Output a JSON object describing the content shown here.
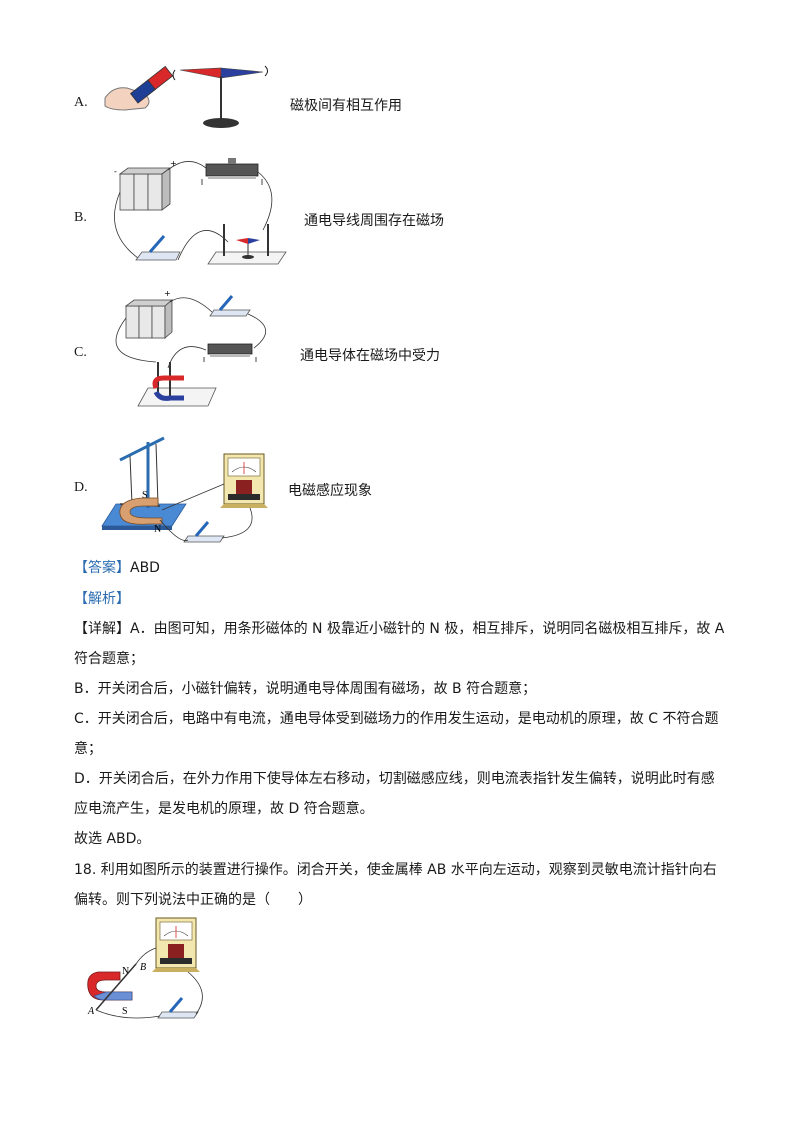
{
  "options": [
    {
      "letter": "A.",
      "caption": "磁极间有相互作用"
    },
    {
      "letter": "B.",
      "caption": "通电导线周围存在磁场"
    },
    {
      "letter": "C.",
      "caption": "通电导体在磁场中受力"
    },
    {
      "letter": "D.",
      "caption": "电磁感应现象"
    }
  ],
  "figure_labels": {
    "s": "S",
    "n": "N",
    "q18_n": "N",
    "q18_s": "S",
    "q18_a": "A",
    "q18_b": "B"
  },
  "answer": {
    "tag": "【答案】",
    "value": "ABD"
  },
  "analysis_tag": "【解析】",
  "explanation": [
    "【详解】A．由图可知，用条形磁体的 N 极靠近小磁针的 N 极，相互排斥，说明同名磁极相互排斥，故 A",
    "符合题意；",
    "B．开关闭合后，小磁针偏转，说明通电导体周围有磁场，故 B 符合题意；",
    "C．开关闭合后，电路中有电流，通电导体受到磁场力的作用发生运动，是电动机的原理，故 C 不符合题",
    "意；",
    "D．开关闭合后，在外力作用下使导体左右移动，切割磁感应线，则电流表指针发生偏转，说明此时有感",
    "应电流产生，是发电机的原理，故 D 符合题意。",
    "故选 ABD。"
  ],
  "question18": [
    "18. 利用如图所示的装置进行操作。闭合开关，使金属棒 AB 水平向左运动，观察到灵敏电流计指针向右",
    "偏转。则下列说法中正确的是（　　）"
  ]
}
